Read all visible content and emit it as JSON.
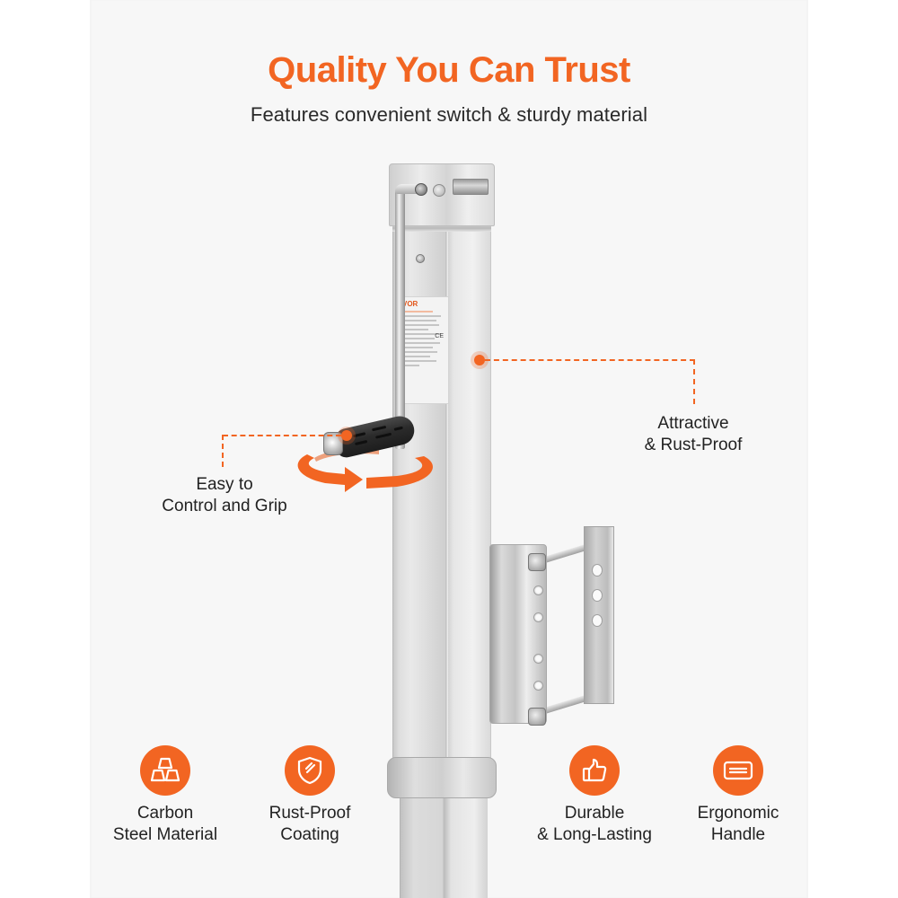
{
  "colors": {
    "accent": "#f26522",
    "panel_bg": "#f7f7f7",
    "page_bg": "#ffffff",
    "text": "#222222"
  },
  "header": {
    "title": "Quality You Can Trust",
    "subtitle": "Features convenient switch & sturdy material"
  },
  "product": {
    "type": "trailer-jack",
    "sticker": {
      "brand": "VOR",
      "mark": "CE"
    }
  },
  "callouts": [
    {
      "id": "finish",
      "line1": "Attractive",
      "line2": "& Rust-Proof"
    },
    {
      "id": "grip",
      "line1": "Easy to",
      "line2": "Control and Grip"
    }
  ],
  "features": [
    {
      "icon": "gold-bars-icon",
      "line1": "Carbon",
      "line2": "Steel Material"
    },
    {
      "icon": "shield-icon",
      "line1": "Rust-Proof",
      "line2": "Coating"
    },
    {
      "icon": "thumbs-up-icon",
      "line1": "Durable",
      "line2": "& Long-Lasting"
    },
    {
      "icon": "handle-grip-icon",
      "line1": "Ergonomic",
      "line2": "Handle"
    }
  ]
}
